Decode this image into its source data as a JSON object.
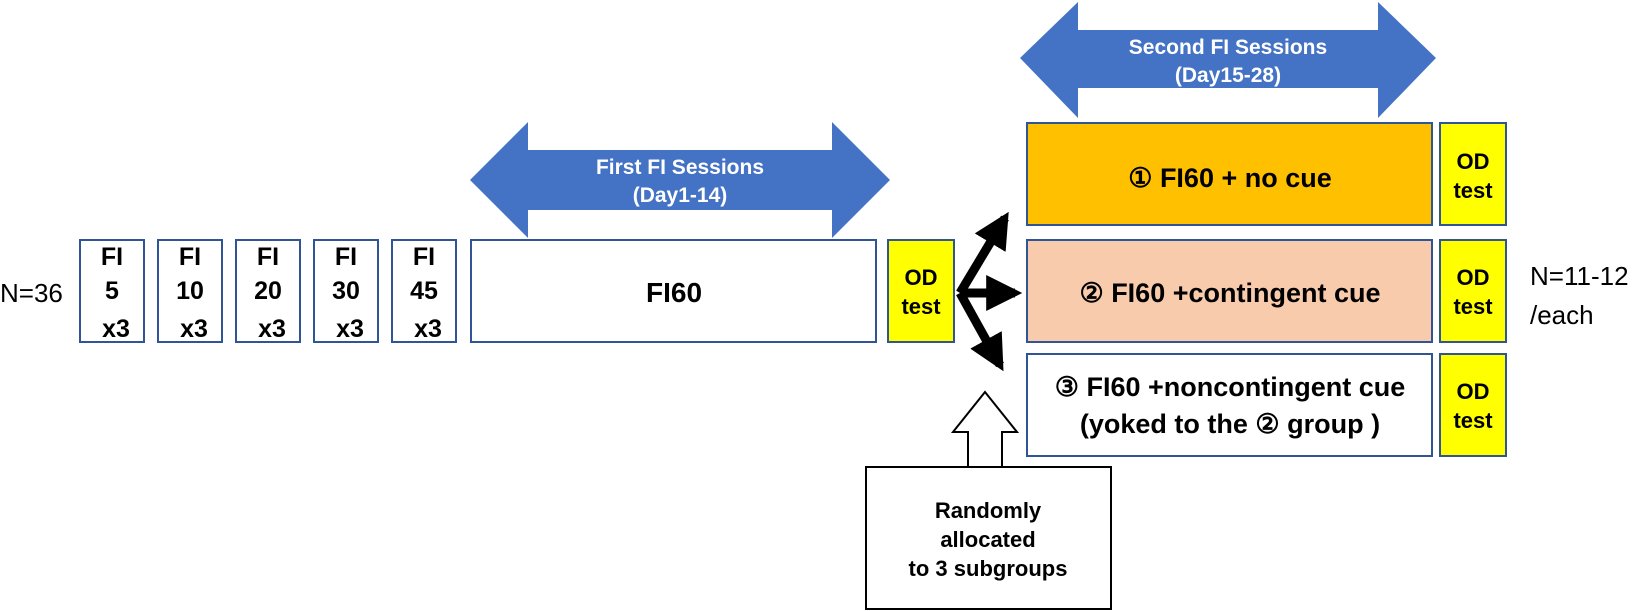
{
  "colors": {
    "arrow_blue": "#4472C4",
    "box_border_blue": "#2F5597",
    "od_yellow": "#FFFF00",
    "group1_orange": "#FFC000",
    "group2_peach": "#F8CBAD",
    "black": "#000000",
    "white": "#FFFFFF"
  },
  "left_label": "N=36",
  "right_label": {
    "line1": "N=11-12",
    "line2": "/each"
  },
  "fi_boxes": [
    {
      "line1": "FI",
      "line2": "5",
      "line3": "x3"
    },
    {
      "line1": "FI",
      "line2": "10",
      "line3": "x3"
    },
    {
      "line1": "FI",
      "line2": "20",
      "line3": "x3"
    },
    {
      "line1": "FI",
      "line2": "30",
      "line3": "x3"
    },
    {
      "line1": "FI",
      "line2": "45",
      "line3": "x3"
    }
  ],
  "fi60_box": "FI60",
  "first_sessions_arrow": {
    "line1": "First FI Sessions",
    "line2": "(Day1-14)"
  },
  "second_sessions_arrow": {
    "line1": "Second FI Sessions",
    "line2": "(Day15-28)"
  },
  "od_test": {
    "line1": "OD",
    "line2": "test"
  },
  "groups": [
    {
      "line1": "① FI60 + no cue",
      "line2": ""
    },
    {
      "line1": "② FI60 +contingent cue",
      "line2": ""
    },
    {
      "line1": "③ FI60 +noncontingent cue",
      "line2": "(yoked to the ② group )"
    }
  ],
  "allocation_note": {
    "line1": "Randomly",
    "line2": "allocated",
    "line3": "to 3 subgroups"
  }
}
